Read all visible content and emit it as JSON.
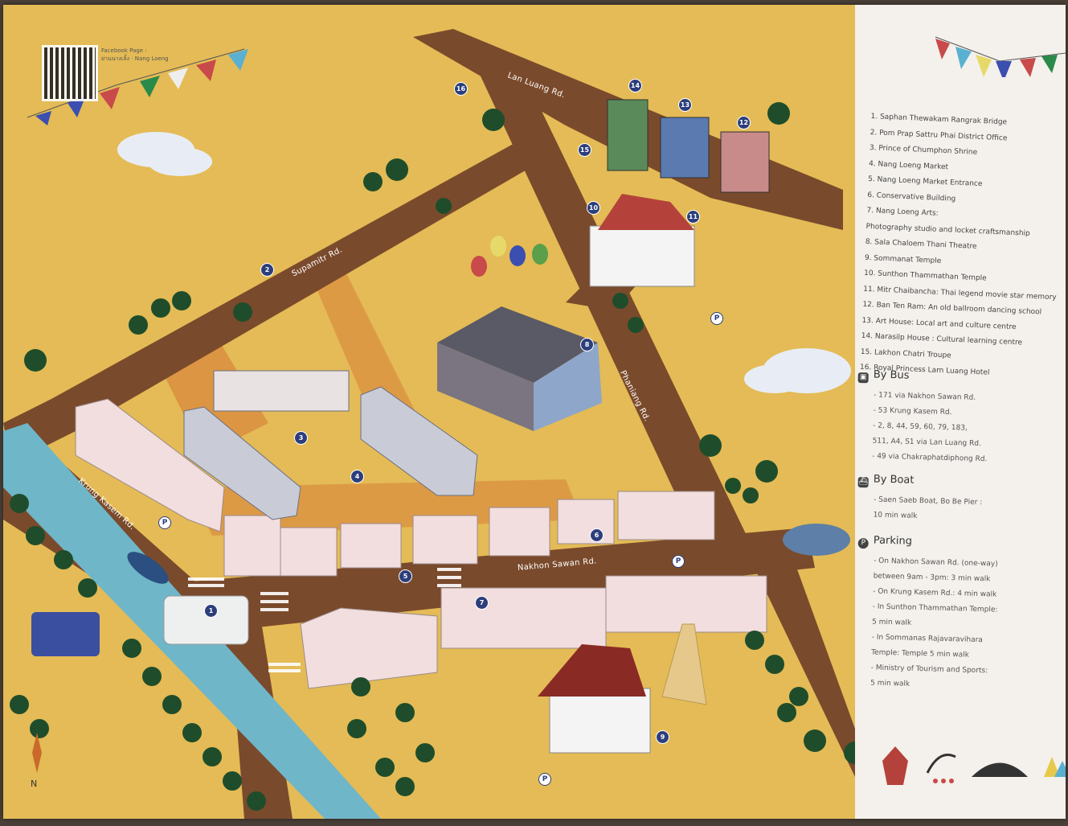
{
  "map": {
    "facebook_text": [
      "Facebook Page :",
      "ย่านนางเลิ้ง · Nang Loeng"
    ],
    "north_label": "N",
    "roads": [
      {
        "id": "lan-luang",
        "text": "Lan Luang Rd."
      },
      {
        "id": "supamitr",
        "text": "Supamitr Rd."
      },
      {
        "id": "krung-kasem",
        "text": "Krung Kasem Rd."
      },
      {
        "id": "nakhon-sawan",
        "text": "Nakhon Sawan Rd."
      },
      {
        "id": "phaniang",
        "text": "Phaniang Rd."
      }
    ],
    "markers": [
      "1",
      "2",
      "3",
      "4",
      "5",
      "6",
      "7",
      "8",
      "9",
      "10",
      "11",
      "12",
      "13",
      "14",
      "15",
      "16"
    ],
    "parking_symbol": "P",
    "colors": {
      "ground": "#e8c25a",
      "road": "#7a4a2c",
      "canal": "#6fb6c9",
      "marker": "#2c3e7b",
      "tree": "#1f4d2b"
    }
  },
  "legend": {
    "places": [
      "1.  Saphan Thewakam Rangrak Bridge",
      "2.  Pom Prap Sattru Phai District Office",
      "3.  Prince of Chumphon Shrine",
      "4.  Nang Loeng Market",
      "5.  Nang Loeng Market Entrance",
      "6.  Conservative Building",
      "7.  Nang Loeng Arts:",
      "      Photography studio and locket craftsmanship",
      "8.  Sala Chaloem Thani Theatre",
      "9.  Sommanat Temple",
      "10. Sunthon Thammathan Temple",
      "11. Mitr Chaibancha: Thai legend movie star memory",
      "12. Ban Ten Ram: An old ballroom dancing school",
      "13. Art House: Local art and culture centre",
      "14. Narasilp House : Cultural learning centre",
      "15. Lakhon Chatri Troupe",
      "16. Royal Princess Larn Luang Hotel"
    ],
    "bus": {
      "title": "By Bus",
      "icon": "bus-icon",
      "items": [
        "-   171 via Nakhon Sawan Rd.",
        "-   53 Krung Kasem Rd.",
        "-   2, 8, 44, 59, 60, 79, 183,",
        "    511, A4, S1 via Lan Luang Rd.",
        "-   49 via Chakraphatdiphong Rd."
      ]
    },
    "boat": {
      "title": "By Boat",
      "icon": "boat-icon",
      "items": [
        "-   Saen Saeb Boat, Bo Be Pier :",
        "    10 min walk"
      ]
    },
    "parking": {
      "title": "Parking",
      "icon": "parking-icon",
      "items": [
        "-   On Nakhon Sawan Rd. (one-way)",
        "    between 9am - 3pm: 3 min walk",
        "-   On Krung Kasem Rd.: 4 min walk",
        "-   In Sunthon Thammathan Temple:",
        "    5 min walk",
        "-   In Sommanas Rajavaravihara",
        "    Temple: Temple 5 min walk",
        "-   Ministry of Tourism and Sports:",
        "    5 min walk"
      ]
    },
    "logos": [
      "garuda-emblem-logo",
      "ministry-logo",
      "nang-loeng-logo",
      "tourism-logo"
    ]
  }
}
